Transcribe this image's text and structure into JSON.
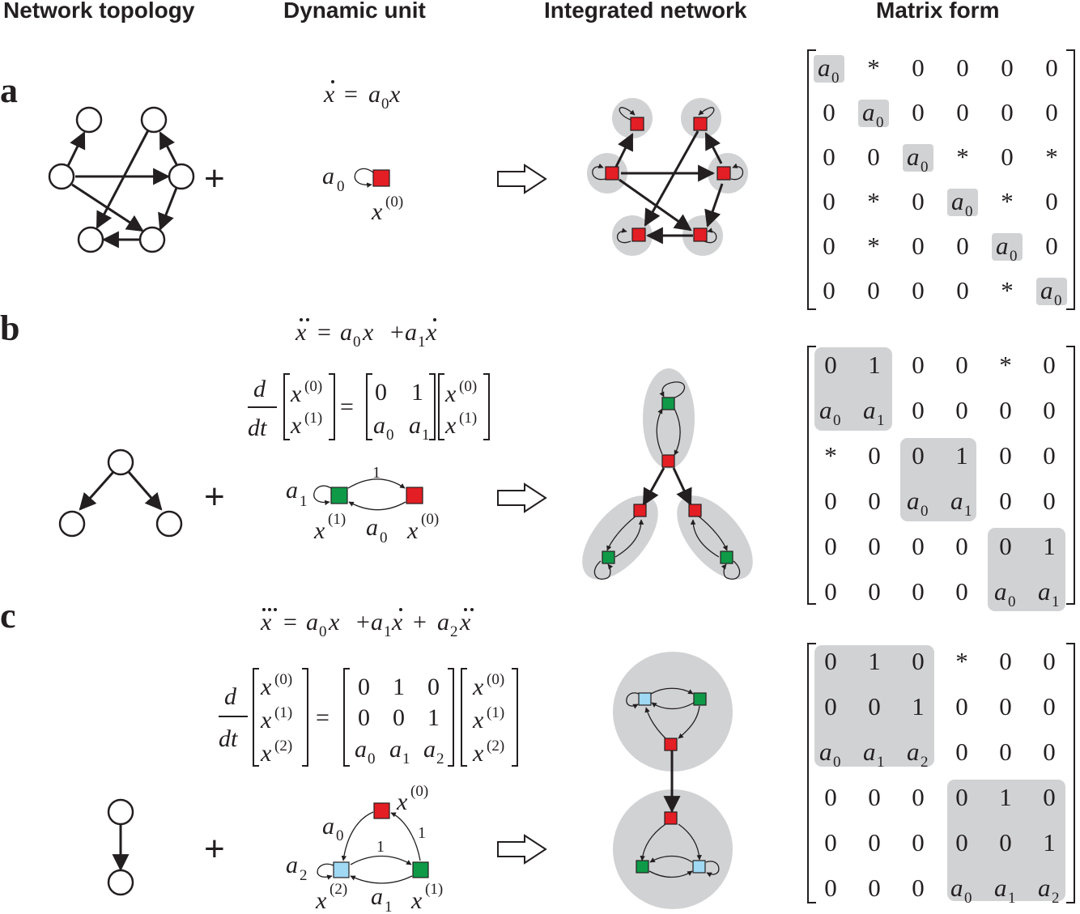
{
  "headers": {
    "topology": "Network topology",
    "dynamic": "Dynamic unit",
    "integrated": "Integrated network",
    "matrix": "Matrix form"
  },
  "panels": [
    {
      "label": "a"
    },
    {
      "label": "b"
    },
    {
      "label": "c"
    }
  ],
  "symbols": {
    "plus": "+",
    "equals": "=",
    "star": "*",
    "x": "x",
    "a": "a",
    "d": "d",
    "dt": "dt"
  },
  "subscripts": [
    "0",
    "1",
    "2"
  ],
  "superscripts": [
    "(0)",
    "(1)",
    "(2)"
  ],
  "edge_weight": "1",
  "colors": {
    "order0": "#e31e24",
    "order1": "#0f9a48",
    "order2": "#9fd9f4",
    "shade": "#d1d2d4",
    "ink": "#231f20"
  },
  "matrix_a": [
    [
      "a0",
      "*",
      "0",
      "0",
      "0",
      "0"
    ],
    [
      "0",
      "a0",
      "0",
      "0",
      "0",
      "0"
    ],
    [
      "0",
      "0",
      "a0",
      "*",
      "0",
      "*"
    ],
    [
      "0",
      "*",
      "0",
      "a0",
      "*",
      "0"
    ],
    [
      "0",
      "*",
      "0",
      "0",
      "a0",
      "0"
    ],
    [
      "0",
      "0",
      "0",
      "0",
      "*",
      "a0"
    ]
  ],
  "matrix_b": [
    [
      "0",
      "1",
      "0",
      "0",
      "*",
      "0"
    ],
    [
      "a0",
      "a1",
      "0",
      "0",
      "0",
      "0"
    ],
    [
      "*",
      "0",
      "0",
      "1",
      "0",
      "0"
    ],
    [
      "0",
      "0",
      "a0",
      "a1",
      "0",
      "0"
    ],
    [
      "0",
      "0",
      "0",
      "0",
      "0",
      "1"
    ],
    [
      "0",
      "0",
      "0",
      "0",
      "a0",
      "a1"
    ]
  ],
  "matrix_c": [
    [
      "0",
      "1",
      "0",
      "*",
      "0",
      "0"
    ],
    [
      "0",
      "0",
      "1",
      "0",
      "0",
      "0"
    ],
    [
      "a0",
      "a1",
      "a2",
      "0",
      "0",
      "0"
    ],
    [
      "0",
      "0",
      "0",
      "0",
      "1",
      "0"
    ],
    [
      "0",
      "0",
      "0",
      "0",
      "0",
      "1"
    ],
    [
      "0",
      "0",
      "0",
      "a0",
      "a1",
      "a2"
    ]
  ]
}
